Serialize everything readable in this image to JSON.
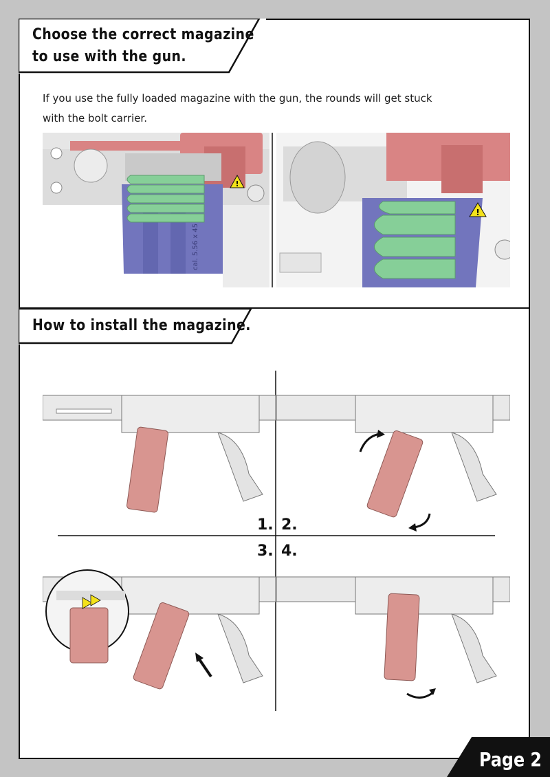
{
  "sections": {
    "correct_magazine": {
      "title_line1": "Choose the correct magazine",
      "title_line2": "to use with the gun.",
      "body_line1": "If you use the fully loaded magazine with the gun, the rounds will get stuck",
      "body_line2": "with the bolt carrier."
    },
    "install": {
      "title": "How to install the magazine."
    }
  },
  "magazine_marking": "cal. 5.56 x 45",
  "steps": [
    "1.",
    "2.",
    "3.",
    "4."
  ],
  "page_label": "Page 2",
  "colors": {
    "magazine_blue": "#7275bd",
    "rounds_green": "#86cf98",
    "carrier_red": "#d98484",
    "magazine_pink": "#d89590",
    "warning_yellow": "#f4e21a",
    "frame": "#111111",
    "page_bg": "#c4c4c4"
  }
}
